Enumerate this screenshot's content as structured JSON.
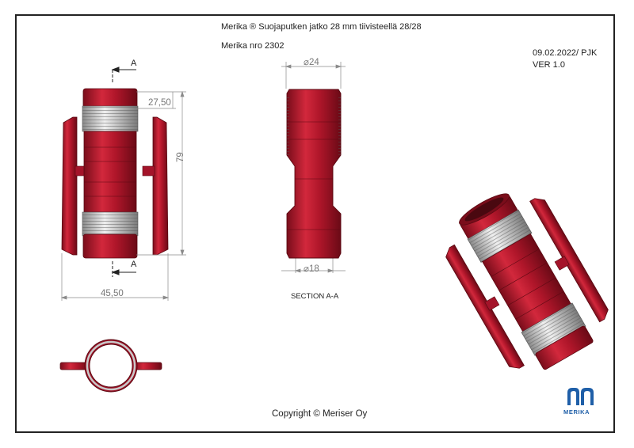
{
  "title_block": {
    "title": "Merika ® Suojaputken jatko 28 mm tiivisteellä 28/28",
    "part_number": "Merika nro  2302",
    "date_author": "09.02.2022/ PJK",
    "version": "VER 1.0",
    "copyright": "Copyright © Meriser Oy"
  },
  "dimensions": {
    "top_length": "27,50",
    "total_length": "79",
    "total_width": "45,50",
    "outer_diameter": "24",
    "inner_diameter": "18"
  },
  "labels": {
    "section_view": "SECTION A-A",
    "section_marker_top": "A",
    "section_marker_bottom": "A"
  },
  "logo": {
    "text": "MERIKA",
    "color": "#1f5fa8"
  },
  "colors": {
    "part_red": "#b0162a",
    "part_dark": "#7a0d1b",
    "seal_gray": "#cfcfcf",
    "dim_line": "#8a8a8a"
  }
}
